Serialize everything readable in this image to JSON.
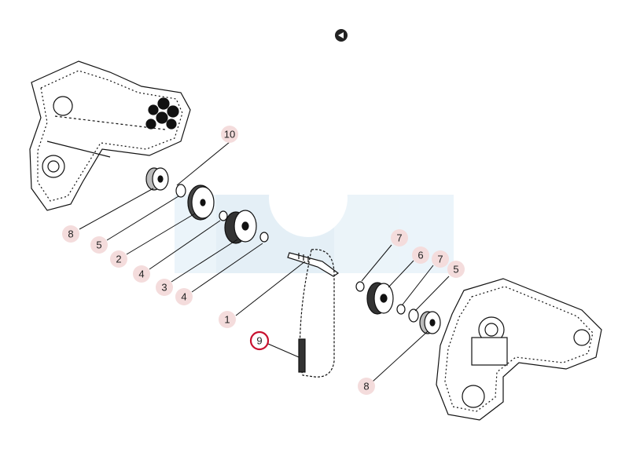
{
  "diagram": {
    "callouts": [
      {
        "id": "c10",
        "label": "10",
        "selected": false
      },
      {
        "id": "c8a",
        "label": "8",
        "selected": false
      },
      {
        "id": "c5a",
        "label": "5",
        "selected": false
      },
      {
        "id": "c2",
        "label": "2",
        "selected": false
      },
      {
        "id": "c4a",
        "label": "4",
        "selected": false
      },
      {
        "id": "c3",
        "label": "3",
        "selected": false
      },
      {
        "id": "c4b",
        "label": "4",
        "selected": false
      },
      {
        "id": "c1",
        "label": "1",
        "selected": false
      },
      {
        "id": "c9",
        "label": "9",
        "selected": true
      },
      {
        "id": "c7a",
        "label": "7",
        "selected": false
      },
      {
        "id": "c6",
        "label": "6",
        "selected": false
      },
      {
        "id": "c7b",
        "label": "7",
        "selected": false
      },
      {
        "id": "c5b",
        "label": "5",
        "selected": false
      },
      {
        "id": "c8b",
        "label": "8",
        "selected": false
      }
    ],
    "colors": {
      "highlight": "#c8102e",
      "callout_fill": "#f4dcdc",
      "watermark": "#e8f2f8"
    }
  }
}
